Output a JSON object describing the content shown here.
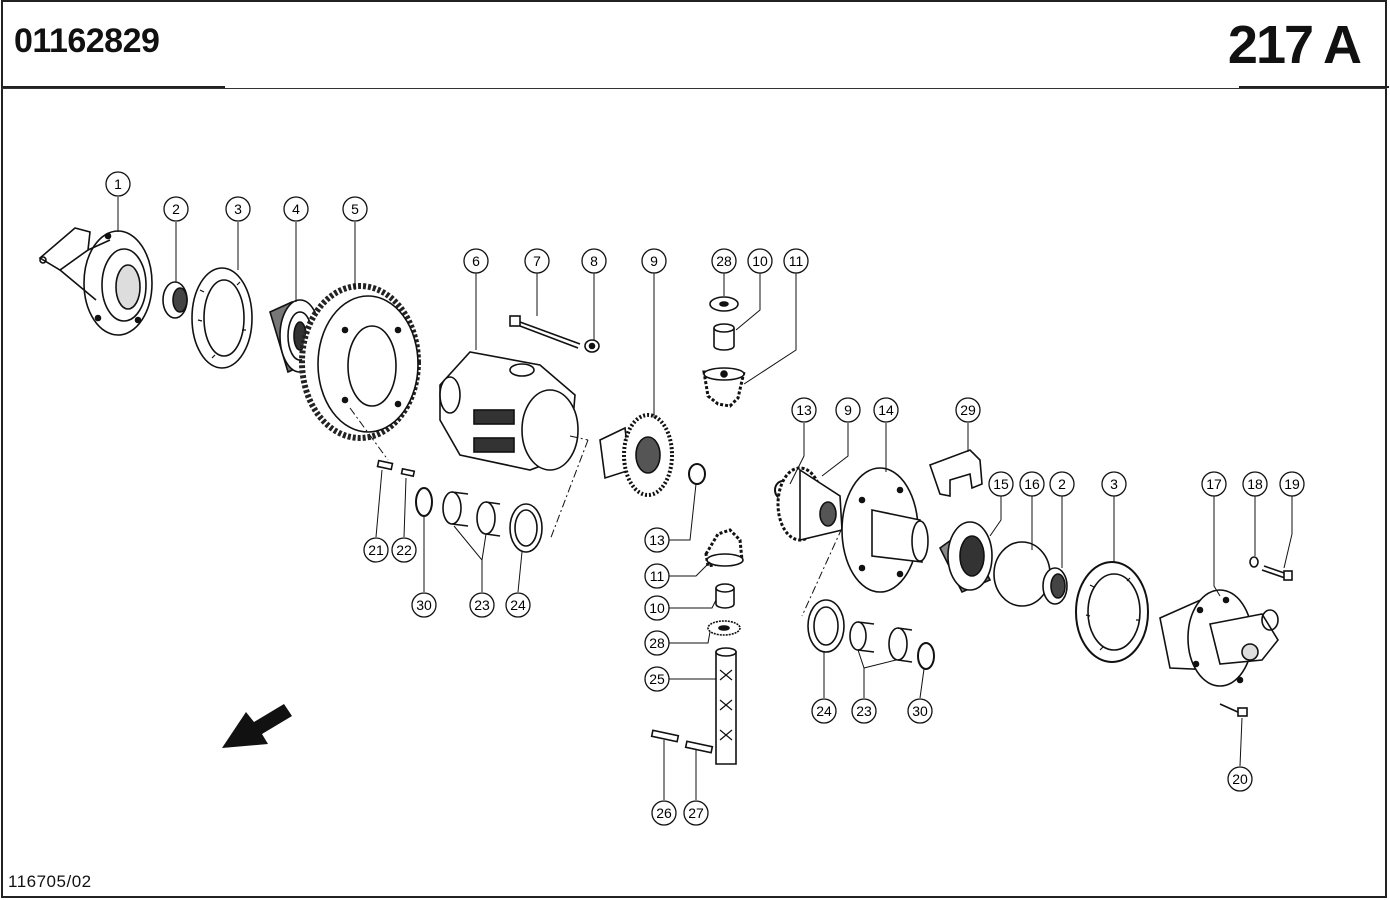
{
  "header": {
    "document_number": "01162829",
    "page_code": "217 A"
  },
  "footer": {
    "drawing_reference": "116705/02"
  },
  "callouts": [
    {
      "id": "c1",
      "label": "1"
    },
    {
      "id": "c2a",
      "label": "2"
    },
    {
      "id": "c3a",
      "label": "3"
    },
    {
      "id": "c4",
      "label": "4"
    },
    {
      "id": "c5",
      "label": "5"
    },
    {
      "id": "c6",
      "label": "6"
    },
    {
      "id": "c7",
      "label": "7"
    },
    {
      "id": "c8",
      "label": "8"
    },
    {
      "id": "c9a",
      "label": "9"
    },
    {
      "id": "c28a",
      "label": "28"
    },
    {
      "id": "c10a",
      "label": "10"
    },
    {
      "id": "c11a",
      "label": "11"
    },
    {
      "id": "c13a",
      "label": "13"
    },
    {
      "id": "c9b",
      "label": "9"
    },
    {
      "id": "c14",
      "label": "14"
    },
    {
      "id": "c29",
      "label": "29"
    },
    {
      "id": "c15",
      "label": "15"
    },
    {
      "id": "c16",
      "label": "16"
    },
    {
      "id": "c2b",
      "label": "2"
    },
    {
      "id": "c3b",
      "label": "3"
    },
    {
      "id": "c17",
      "label": "17"
    },
    {
      "id": "c18",
      "label": "18"
    },
    {
      "id": "c19",
      "label": "19"
    },
    {
      "id": "c21",
      "label": "21"
    },
    {
      "id": "c22",
      "label": "22"
    },
    {
      "id": "c30a",
      "label": "30"
    },
    {
      "id": "c23a",
      "label": "23"
    },
    {
      "id": "c24a",
      "label": "24"
    },
    {
      "id": "c13b",
      "label": "13"
    },
    {
      "id": "c11b",
      "label": "11"
    },
    {
      "id": "c10b",
      "label": "10"
    },
    {
      "id": "c28b",
      "label": "28"
    },
    {
      "id": "c25",
      "label": "25"
    },
    {
      "id": "c26",
      "label": "26"
    },
    {
      "id": "c27",
      "label": "27"
    },
    {
      "id": "c24b",
      "label": "24"
    },
    {
      "id": "c23b",
      "label": "23"
    },
    {
      "id": "c30b",
      "label": "30"
    },
    {
      "id": "c20",
      "label": "20"
    }
  ]
}
